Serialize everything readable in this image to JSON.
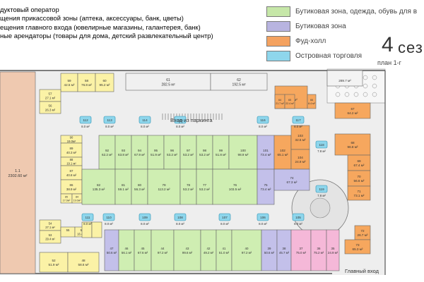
{
  "legend_left": [
    {
      "text": "дуктовый оператор",
      "color": "#3a9a3a"
    },
    {
      "text": "щения прикассовой зоны (аптека, аксессуары, банк, цветы)",
      "color": "#b24ab5"
    },
    {
      "text": "ещения главного входа (ювелирные магазины, галантерея, банк)",
      "color": "#d8609a"
    },
    {
      "text": "ные арендаторы (товары для дома, детский развлекательный центр)",
      "color": "#8a7a3a"
    }
  ],
  "legend_right": [
    {
      "text": "Бутиковая зона, одежда, обувь для в",
      "color": "#c6e7a8",
      "icon": "swatch-green"
    },
    {
      "text": "Бутиковая зона",
      "color": "#b8b4e0",
      "icon": "swatch-violet"
    },
    {
      "text": "Фуд-холл",
      "color": "#f4a260",
      "icon": "swatch-orange"
    },
    {
      "text": "Островная торговля",
      "color": "#8ed6ec",
      "icon": "swatch-cyan"
    }
  ],
  "title": {
    "number": "4",
    "word": "сез",
    "subtitle": "план 1-г"
  },
  "labels": {
    "parking_entrance": "Вход из паркинга",
    "main_entrance": "Главный вход"
  },
  "colors": {
    "green": "#cfeeb2",
    "violet": "#c3c0ea",
    "orange": "#f6a75e",
    "pink": "#f5b8d8",
    "yellow": "#fbf2a6",
    "anchor": "#efc9b0",
    "cyan": "#8ed6ec",
    "corridor": "#e6e6e6",
    "wall": "#555555"
  },
  "anchor_store": {
    "num": "1.1",
    "area": "2302.60 м²"
  },
  "top_stores": [
    {
      "num": "59",
      "area": "42.5 м²"
    },
    {
      "num": "58",
      "area": "76.8 м²"
    },
    {
      "num": "60",
      "area": "95.2 м²"
    },
    {
      "num": "61",
      "area": "282.5 м²"
    },
    {
      "num": "62",
      "area": "192.5 м²"
    }
  ],
  "food_court_top": [
    {
      "num": "64",
      "area": "21.7 м²"
    },
    {
      "num": "65",
      "area": "22.4 м²"
    },
    {
      "num": "63",
      "area": "169.2 м²"
    },
    {
      "num": "66",
      "area": "8.4 м²"
    },
    {
      "num": "",
      "area": "289.7 м²"
    }
  ],
  "left_yellow": [
    {
      "num": "57",
      "area": "27.1 м²"
    },
    {
      "num": "56",
      "area": "26.3 м²"
    },
    {
      "num": "90",
      "area": "19.0м²"
    },
    {
      "num": "89",
      "area": "40.3 м²"
    },
    {
      "num": "88",
      "area": "19.1 м²"
    },
    {
      "num": "87",
      "area": "40.8 м²"
    },
    {
      "num": "86",
      "area": "38.9 м²"
    },
    {
      "num": "85",
      "area": "17.0м²"
    },
    {
      "num": "84",
      "area": "19.0м²"
    },
    {
      "num": "54",
      "area": "27.1 м²"
    },
    {
      "num": "53",
      "area": "29.4 м²"
    },
    {
      "num": "55",
      "area": ""
    },
    {
      "num": "51",
      "area": "16.4 м²"
    },
    {
      "num": "52",
      "area": "51.9 м²"
    },
    {
      "num": "48",
      "area": "58.6 м²"
    }
  ],
  "upper_row": [
    {
      "num": "92",
      "area": "62.2 м²"
    },
    {
      "num": "93",
      "area": "63.8 м²"
    },
    {
      "num": "94",
      "area": "67.9 м²"
    },
    {
      "num": "95",
      "area": "51.9 м²"
    },
    {
      "num": "96",
      "area": "53.2 м²"
    },
    {
      "num": "97",
      "area": "53.2 м²"
    },
    {
      "num": "98",
      "area": "53.2 м²"
    },
    {
      "num": "99",
      "area": "51.8 м²"
    },
    {
      "num": "100",
      "area": "98.9 м²"
    }
  ],
  "lower_row": [
    {
      "num": "82",
      "area": "135.3 м²"
    },
    {
      "num": "81",
      "area": "59.1 м²"
    },
    {
      "num": "80",
      "area": "56.3 м²"
    },
    {
      "num": "79",
      "area": "113.2 м²"
    },
    {
      "num": "78",
      "area": "53.2 м²"
    },
    {
      "num": "77",
      "area": "53.2 м²"
    },
    {
      "num": "76",
      "area": "103.5 м²"
    }
  ],
  "violet_upper": [
    {
      "num": "101",
      "area": "73.4 м²"
    },
    {
      "num": "102",
      "area": "65.1 м²"
    },
    {
      "num": "103",
      "area": "32.5 м²"
    },
    {
      "num": "104",
      "area": "24.9 м²"
    }
  ],
  "violet_lower": [
    {
      "num": "75",
      "area": "73.4 м²"
    },
    {
      "num": "74",
      "area": "67.3 м²"
    }
  ],
  "right_orange": [
    {
      "num": "67",
      "area": "64.2 м²"
    },
    {
      "num": "68",
      "area": "96.8 м²"
    },
    {
      "num": "69",
      "area": "67.4 м²"
    },
    {
      "num": "70",
      "area": "56.6 м²"
    },
    {
      "num": "71",
      "area": "73.1 м²"
    },
    {
      "num": "72",
      "area": "26.7 м²"
    },
    {
      "num": "73",
      "area": "65.3 м²"
    }
  ],
  "bottom_row": [
    {
      "num": "47",
      "area": "50.6 м²"
    },
    {
      "num": "46",
      "area": "56.1 м²"
    },
    {
      "num": "45",
      "area": "67.6 м²"
    },
    {
      "num": "44",
      "area": "97.2 м²"
    },
    {
      "num": "43",
      "area": "99.6 м²"
    },
    {
      "num": "42",
      "area": "49.2 м²"
    },
    {
      "num": "41",
      "area": "51.0 м²"
    },
    {
      "num": "40",
      "area": "97.2 м²"
    },
    {
      "num": "39",
      "area": "50.6 м²"
    },
    {
      "num": "38",
      "area": "45.7 м²"
    },
    {
      "num": "37",
      "area": "75.0 м²"
    },
    {
      "num": "36",
      "area": "75.2 м²"
    },
    {
      "num": "35",
      "area": "24.9 м²"
    }
  ],
  "kiosks_top": [
    {
      "num": "112",
      "area": "8.0 м²"
    },
    {
      "num": "113",
      "area": "8.0 м²"
    },
    {
      "num": "114",
      "area": "8.0 м²"
    },
    {
      "num": "115",
      "area": "8.0 м²"
    },
    {
      "num": "116",
      "area": "8.0 м²"
    },
    {
      "num": "117",
      "area": "8.0 м²"
    }
  ],
  "kiosks_bottom": [
    {
      "num": "111",
      "area": "8.0 м²"
    },
    {
      "num": "110",
      "area": "8.0 м²"
    },
    {
      "num": "109",
      "area": "8.0 м²"
    },
    {
      "num": "108",
      "area": "8.0 м²"
    },
    {
      "num": "107",
      "area": "8.0 м²"
    },
    {
      "num": "106",
      "area": "8.0 м²"
    },
    {
      "num": "105",
      "area": "8.0 м²"
    }
  ],
  "kiosks_right": [
    {
      "num": "118",
      "area": "7.8 м²"
    },
    {
      "num": "119",
      "area": "7.8 м²"
    }
  ]
}
